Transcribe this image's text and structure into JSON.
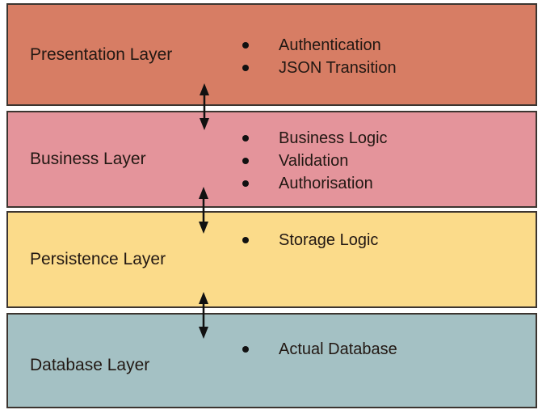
{
  "colors": {
    "background": "#ffffff",
    "box_border": "#3c3530",
    "text": "#221813",
    "arrow": "#111111",
    "bullet": "#111111",
    "presentation_bg": "#d77d64",
    "business_bg": "#e4949b",
    "persistence_bg": "#fbdb8a",
    "database_bg": "#a4c1c4"
  },
  "icons": {
    "bullet": "filled-circle",
    "layer_connector": "vertical-double-headed-arrow"
  },
  "layers": [
    {
      "label": "Presentation Layer",
      "items": [
        "Authentication",
        "JSON Transition"
      ]
    },
    {
      "label": "Business Layer",
      "items": [
        "Business Logic",
        "Validation",
        "Authorisation"
      ]
    },
    {
      "label": "Persistence Layer",
      "items": [
        "Storage Logic"
      ]
    },
    {
      "label": "Database Layer",
      "items": [
        "Actual Database"
      ]
    }
  ],
  "arrows": [
    {
      "type": "bidirectional",
      "from": "Presentation Layer",
      "to": "Business Layer"
    },
    {
      "type": "bidirectional",
      "from": "Business Layer",
      "to": "Persistence Layer"
    },
    {
      "type": "bidirectional",
      "from": "Persistence Layer",
      "to": "Database Layer"
    }
  ]
}
